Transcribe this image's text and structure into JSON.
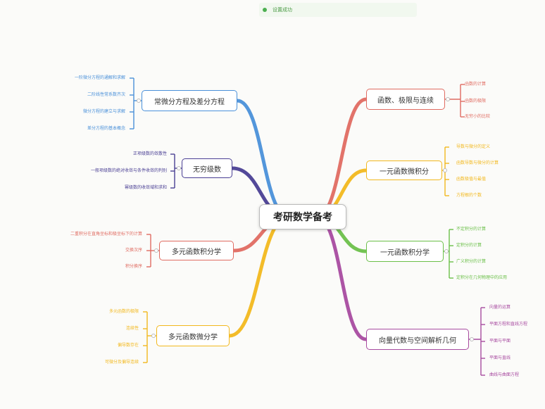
{
  "toast": {
    "text": "设置成功",
    "color": "#4caf50"
  },
  "root": {
    "label": "考研数学备考"
  },
  "branches": [
    {
      "id": "b1",
      "label": "函数、极限与连续",
      "color": "#e06c62",
      "leaves": [
        "函数的计算",
        "函数的极限",
        "无穷小的比较"
      ]
    },
    {
      "id": "b2",
      "label": "一元函数微积分",
      "color": "#f2b81e",
      "leaves": [
        "导数与微分的定义",
        "函数导数与微分的计算",
        "函数极值与最值",
        "方程根的个数"
      ]
    },
    {
      "id": "b3",
      "label": "一元函数积分学",
      "color": "#6cc04a",
      "leaves": [
        "不定积分的计算",
        "定积分的计算",
        "广义积分的计算",
        "定积分在几何物理中的应用"
      ]
    },
    {
      "id": "b4",
      "label": "向量代数与空间解析几何",
      "color": "#a84ba0",
      "leaves": [
        "向量的运算",
        "平面方程和直线方程",
        "平面与平面",
        "平面与直线",
        "曲线与曲面方程"
      ]
    },
    {
      "id": "b5",
      "label": "常微分方程及差分方程",
      "color": "#4a90d9",
      "leaves": [
        "一阶微分方程的通解和求解",
        "二阶线性常系数齐次",
        "微分方程的建立与求解",
        "差分方程的基本概念"
      ]
    },
    {
      "id": "b6",
      "label": "无穷级数",
      "color": "#4a3f94",
      "leaves": [
        "正项级数的敛散性",
        "一般项级数的绝对收敛与条件收敛的判别",
        "幂级数的收敛域和求和"
      ]
    },
    {
      "id": "b7",
      "label": "多元函数积分学",
      "color": "#e06c62",
      "leaves": [
        "二重积分在直角坐标和极坐标下的计算",
        "交换次序",
        "积分换序"
      ]
    },
    {
      "id": "b8",
      "label": "多元函数微分学",
      "color": "#f2b81e",
      "leaves": [
        "多元函数的极限",
        "连续性",
        "偏导数存在",
        "可微分及偏导连续"
      ]
    }
  ]
}
